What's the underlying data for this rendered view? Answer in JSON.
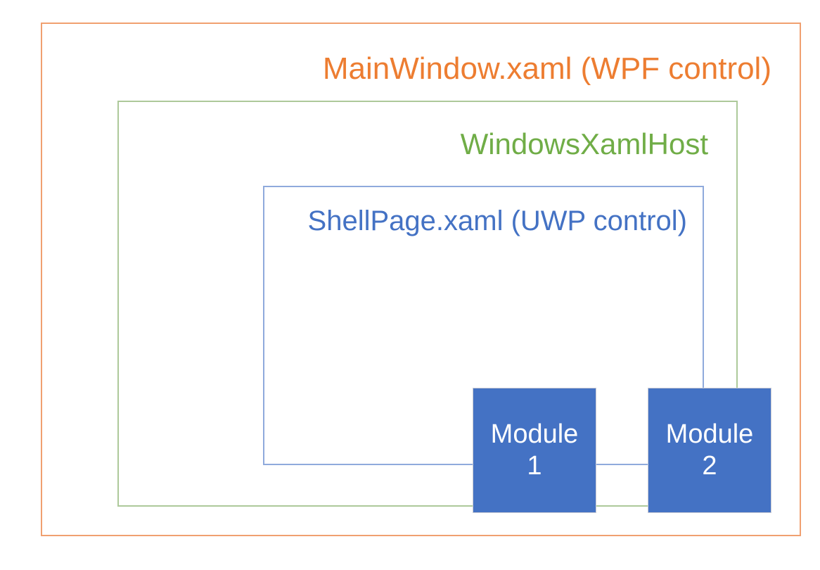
{
  "diagram": {
    "title": "WPF / WindowsXamlHost / UWP nesting diagram",
    "layers": [
      {
        "id": "wpf-layer",
        "label": "MainWindow.xaml (WPF control)",
        "text_color": "#ED7D31",
        "border_color": "#F0A070"
      },
      {
        "id": "xamlhost-layer",
        "label": "WindowsXamlHost",
        "text_color": "#70AD47",
        "border_color": "#ADC99A"
      },
      {
        "id": "uwp-layer",
        "label": "ShellPage.xaml (UWP control)",
        "text_color": "#4472C4",
        "border_color": "#8FAADC"
      }
    ],
    "modules": [
      {
        "name": "Module",
        "index": "1",
        "fill_color": "#4472C4",
        "text_color": "#FFFFFF",
        "border_color": "#C9CBD4"
      },
      {
        "name": "Module",
        "index": "2",
        "fill_color": "#4472C4",
        "text_color": "#FFFFFF",
        "border_color": "#C9CBD4"
      }
    ],
    "background_color": "#FFFFFF"
  }
}
